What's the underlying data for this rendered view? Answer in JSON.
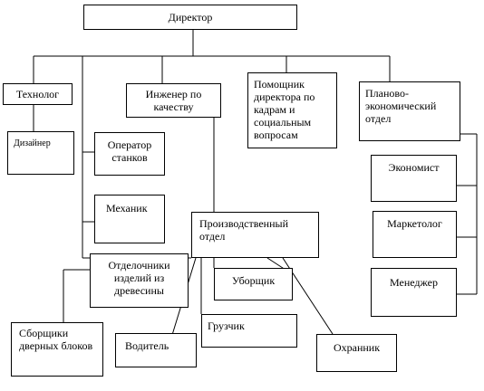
{
  "nodes": {
    "director": "Директор",
    "technologist": "Технолог",
    "designer": "Дизайнер",
    "quality_engineer": "Инженер по качеству",
    "machine_operator": "Оператор станков",
    "mechanic": "Механик",
    "hr_assistant": "Помощник директора по кадрам и социальным вопросам",
    "planning_dept": "Планово-экономический отдел",
    "economist": "Экономист",
    "marketer": "Маркетолог",
    "manager": "Менеджер",
    "production_dept": "Производственный отдел",
    "wood_finishers": "Отделочники изделий из древесины",
    "cleaner": "Уборщик",
    "loader": "Грузчик",
    "driver": "Водитель",
    "guard": "Охранник",
    "door_assemblers": "Сборщики дверных блоков"
  }
}
